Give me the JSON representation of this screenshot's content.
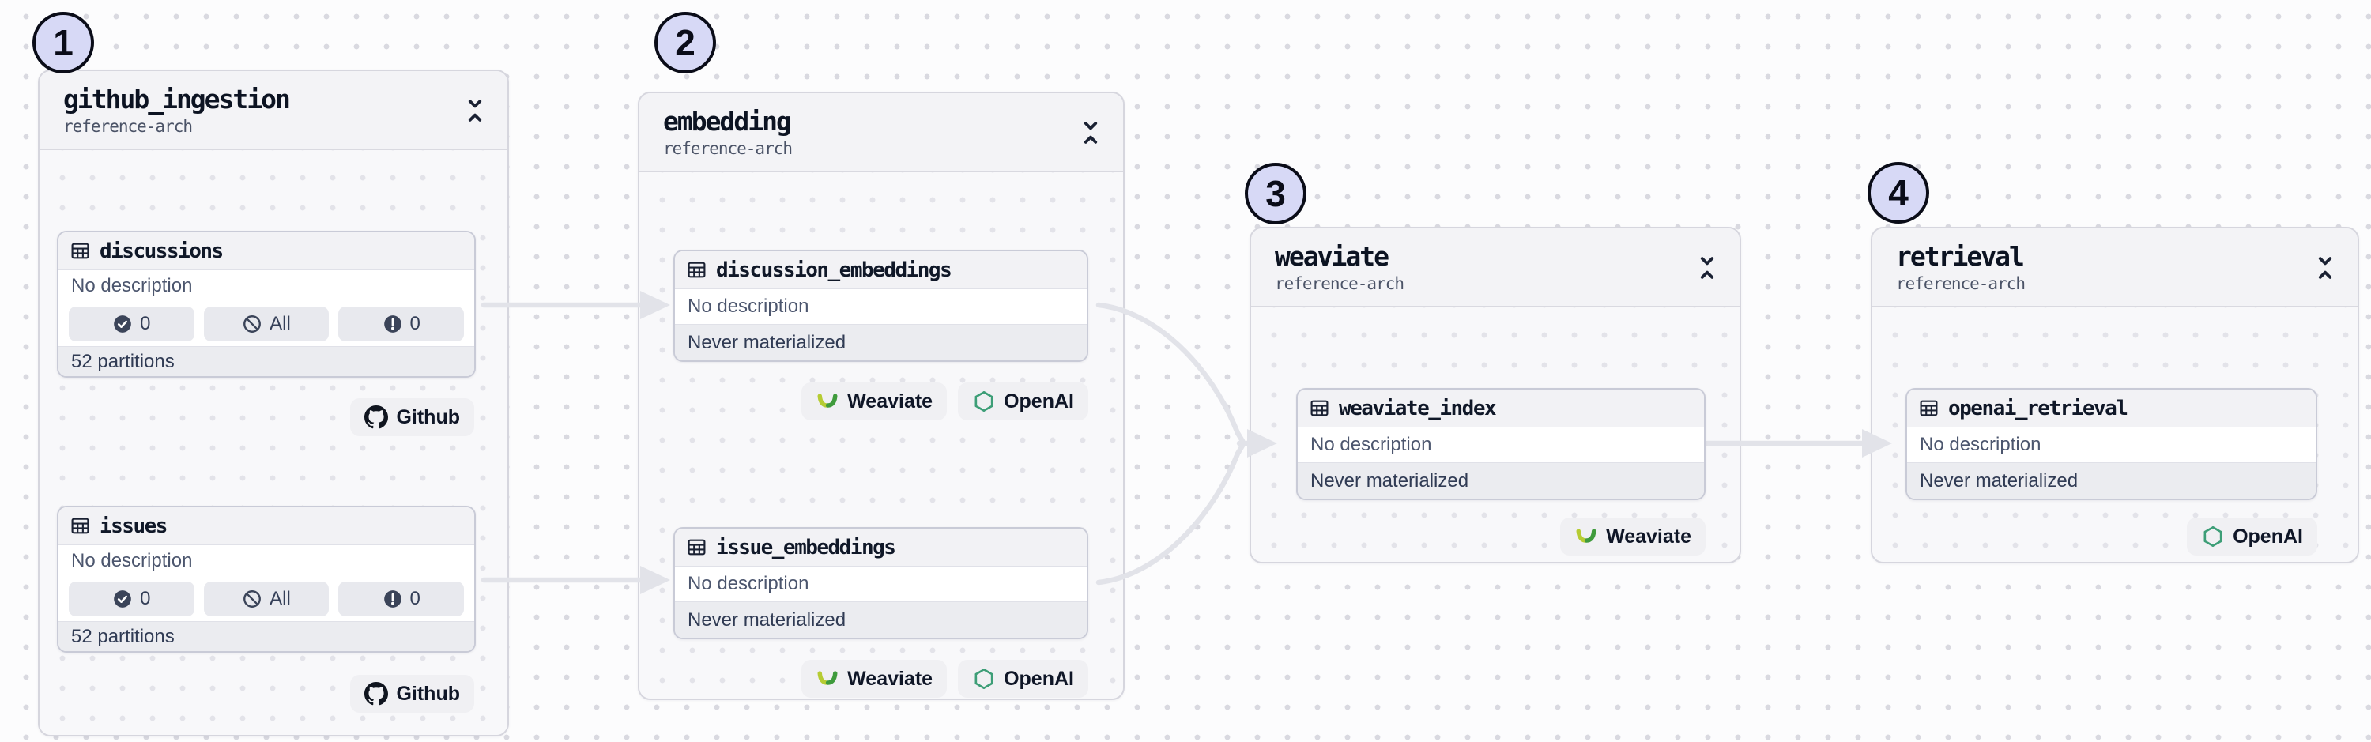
{
  "colors": {
    "edge": "#e2e3e9",
    "annotation_fill": "#d7d9f6",
    "annotation_border": "#0a0c18",
    "weaviate_yellow": "#b6cc33",
    "weaviate_green": "#3f9b3c",
    "openai_green": "#3d9e77",
    "github_black": "#10151f"
  },
  "groups": [
    {
      "number": "1",
      "title": "github_ingestion",
      "subtitle": "reference-arch",
      "assets": [
        {
          "name": "discussions",
          "description": "No description",
          "stats": [
            {
              "icon": "check-circle-icon",
              "value": "0"
            },
            {
              "icon": "slash-circle-icon",
              "value": "All"
            },
            {
              "icon": "alert-circle-icon",
              "value": "0"
            }
          ],
          "footer": "52 partitions",
          "kinds": [
            "Github"
          ]
        },
        {
          "name": "issues",
          "description": "No description",
          "stats": [
            {
              "icon": "check-circle-icon",
              "value": "0"
            },
            {
              "icon": "slash-circle-icon",
              "value": "All"
            },
            {
              "icon": "alert-circle-icon",
              "value": "0"
            }
          ],
          "footer": "52 partitions",
          "kinds": [
            "Github"
          ]
        }
      ]
    },
    {
      "number": "2",
      "title": "embedding",
      "subtitle": "reference-arch",
      "assets": [
        {
          "name": "discussion_embeddings",
          "description": "No description",
          "footer": "Never materialized",
          "kinds": [
            "Weaviate",
            "OpenAI"
          ]
        },
        {
          "name": "issue_embeddings",
          "description": "No description",
          "footer": "Never materialized",
          "kinds": [
            "Weaviate",
            "OpenAI"
          ]
        }
      ]
    },
    {
      "number": "3",
      "title": "weaviate",
      "subtitle": "reference-arch",
      "assets": [
        {
          "name": "weaviate_index",
          "description": "No description",
          "footer": "Never materialized",
          "kinds": [
            "Weaviate"
          ]
        }
      ]
    },
    {
      "number": "4",
      "title": "retrieval",
      "subtitle": "reference-arch",
      "assets": [
        {
          "name": "openai_retrieval",
          "description": "No description",
          "footer": "Never materialized",
          "kinds": [
            "OpenAI"
          ]
        }
      ]
    }
  ]
}
